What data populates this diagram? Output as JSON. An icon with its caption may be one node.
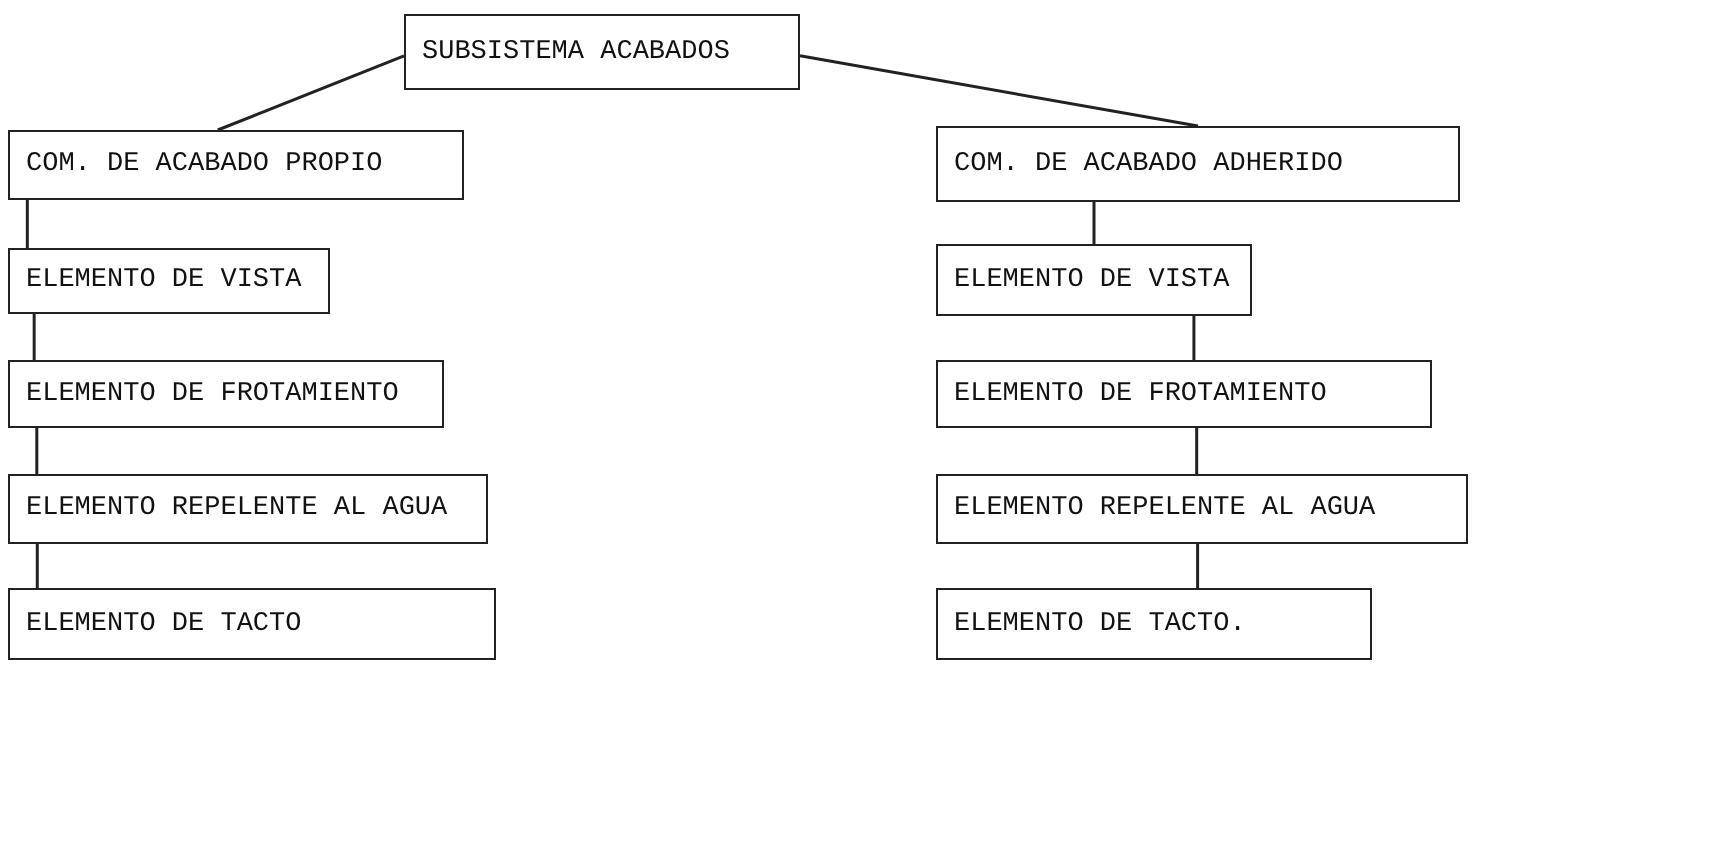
{
  "diagram": {
    "nodes": [
      {
        "text": [
          "SUBSISTEMA ACABADOS"
        ]
      },
      {
        "text": [
          "COM. DE ACABADO PROPIO"
        ]
      },
      {
        "text": [
          "ELEMENTO DE VISTA"
        ]
      },
      {
        "text": [
          "ELEMENTO DE FROTAMIENTO"
        ]
      },
      {
        "text": [
          "ELEMENTO REPELENTE AL AGUA"
        ]
      },
      {
        "text": [
          "ELEMENTO DE TACTO"
        ]
      },
      {
        "text": [
          "COM. DE ACABADO ADHERIDO"
        ]
      },
      {
        "text": [
          "ELEMENTO DE VISTA"
        ]
      },
      {
        "text": [
          "ELEMENTO DE FROTAMIENTO"
        ]
      },
      {
        "text": [
          "ELEMENTO REPELENTE AL AGUA"
        ]
      },
      {
        "text": [
          "ELEMENTO DE TACTO."
        ]
      }
    ],
    "edges": [
      {
        "from": 0,
        "to": 1,
        "arrow": "none"
      },
      {
        "from": 1,
        "to": 2,
        "arrow": "none"
      },
      {
        "from": 2,
        "to": 3,
        "arrow": "none"
      },
      {
        "from": 3,
        "to": 4,
        "arrow": "none"
      },
      {
        "from": 4,
        "to": 5,
        "arrow": "none"
      },
      {
        "from": 0,
        "to": 6,
        "arrow": "none"
      },
      {
        "from": 6,
        "to": 7,
        "arrow": "none"
      },
      {
        "from": 7,
        "to": 8,
        "arrow": "none"
      },
      {
        "from": 8,
        "to": 9,
        "arrow": "none"
      },
      {
        "from": 9,
        "to": 10,
        "arrow": "none"
      }
    ]
  }
}
